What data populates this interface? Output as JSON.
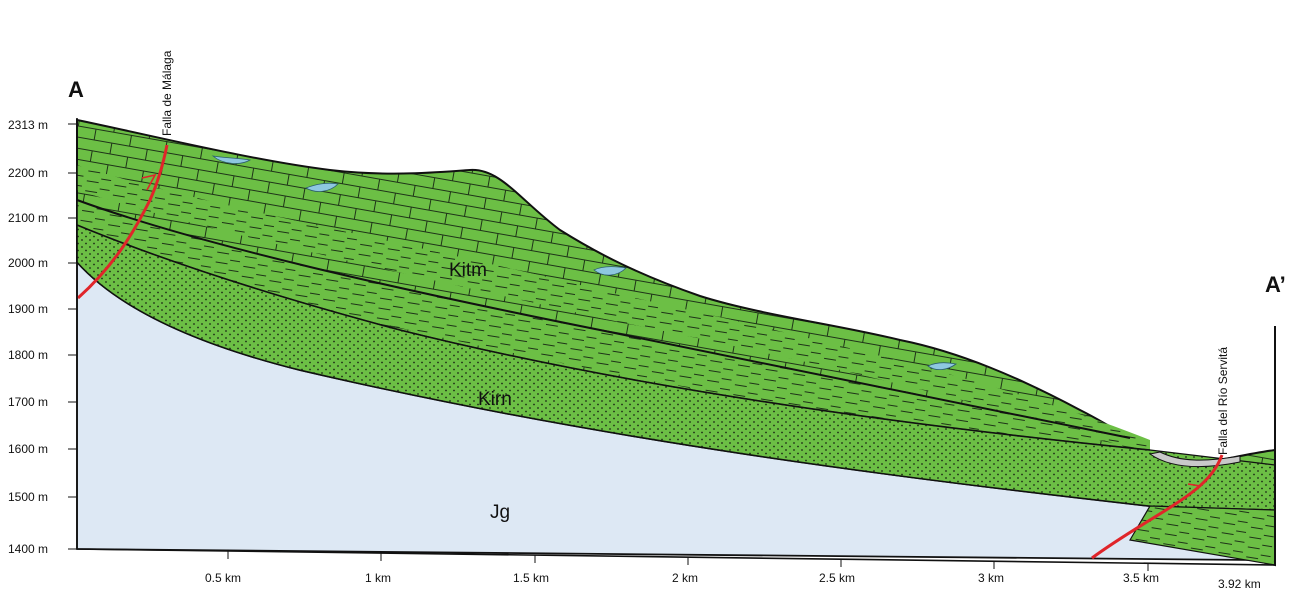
{
  "section": {
    "start_label": "A",
    "end_label": "A’"
  },
  "y_axis": {
    "ticks": [
      "2313 m",
      "2200 m",
      "2100 m",
      "2000 m",
      "1900 m",
      "1800 m",
      "1700 m",
      "1600 m",
      "1500 m",
      "1400 m"
    ]
  },
  "x_axis": {
    "ticks": [
      "0.5 km",
      "1 km",
      "1.5 km",
      "2 km",
      "2.5 km",
      "3 km",
      "3.5 km",
      "3.92 km"
    ]
  },
  "faults": [
    {
      "name": "Falla de Málaga"
    },
    {
      "name": "Falla del Río Servitá"
    }
  ],
  "units": {
    "limestone": "Kitm",
    "sandstone": "Kirn",
    "granite": "Jg"
  },
  "colors": {
    "formation_green": "#6cbf45",
    "basement_blue": "#dde8f4",
    "fault_red": "#e0252a",
    "alluvium_grey": "#c9c9c9",
    "water_blue": "#8ec8e0"
  }
}
